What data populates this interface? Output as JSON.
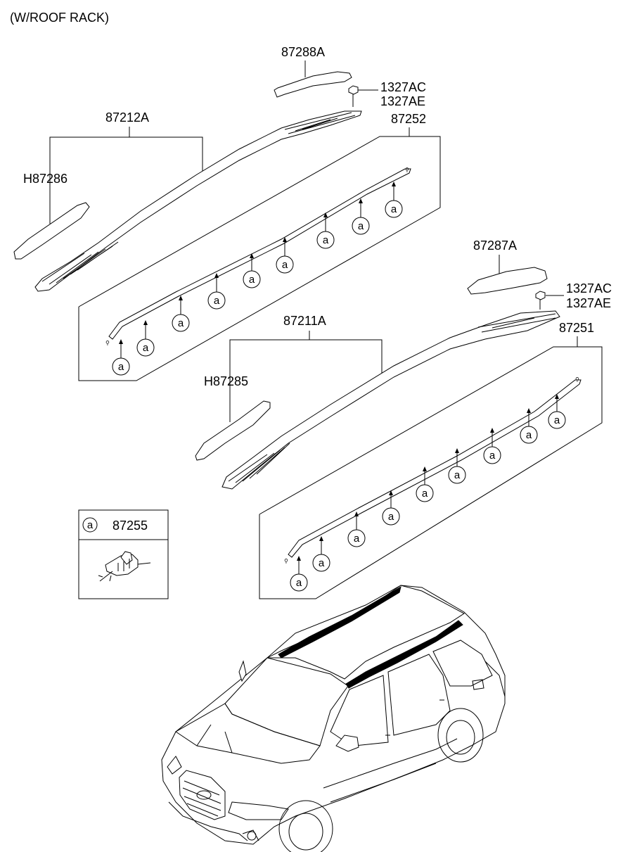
{
  "header": {
    "title": "(W/ROOF RACK)"
  },
  "labels": {
    "p87288A": "87288A",
    "p1327AC_top": "1327AC",
    "p1327AE_top": "1327AE",
    "p87212A": "87212A",
    "p87252": "87252",
    "pH87286": "H87286",
    "p87287A": "87287A",
    "p1327AC_bot": "1327AC",
    "p1327AE_bot": "1327AE",
    "p87211A": "87211A",
    "p87251": "87251",
    "pH87285": "H87285"
  },
  "legend": {
    "symbol": "a",
    "part": "87255"
  },
  "bubble_letter": "a"
}
